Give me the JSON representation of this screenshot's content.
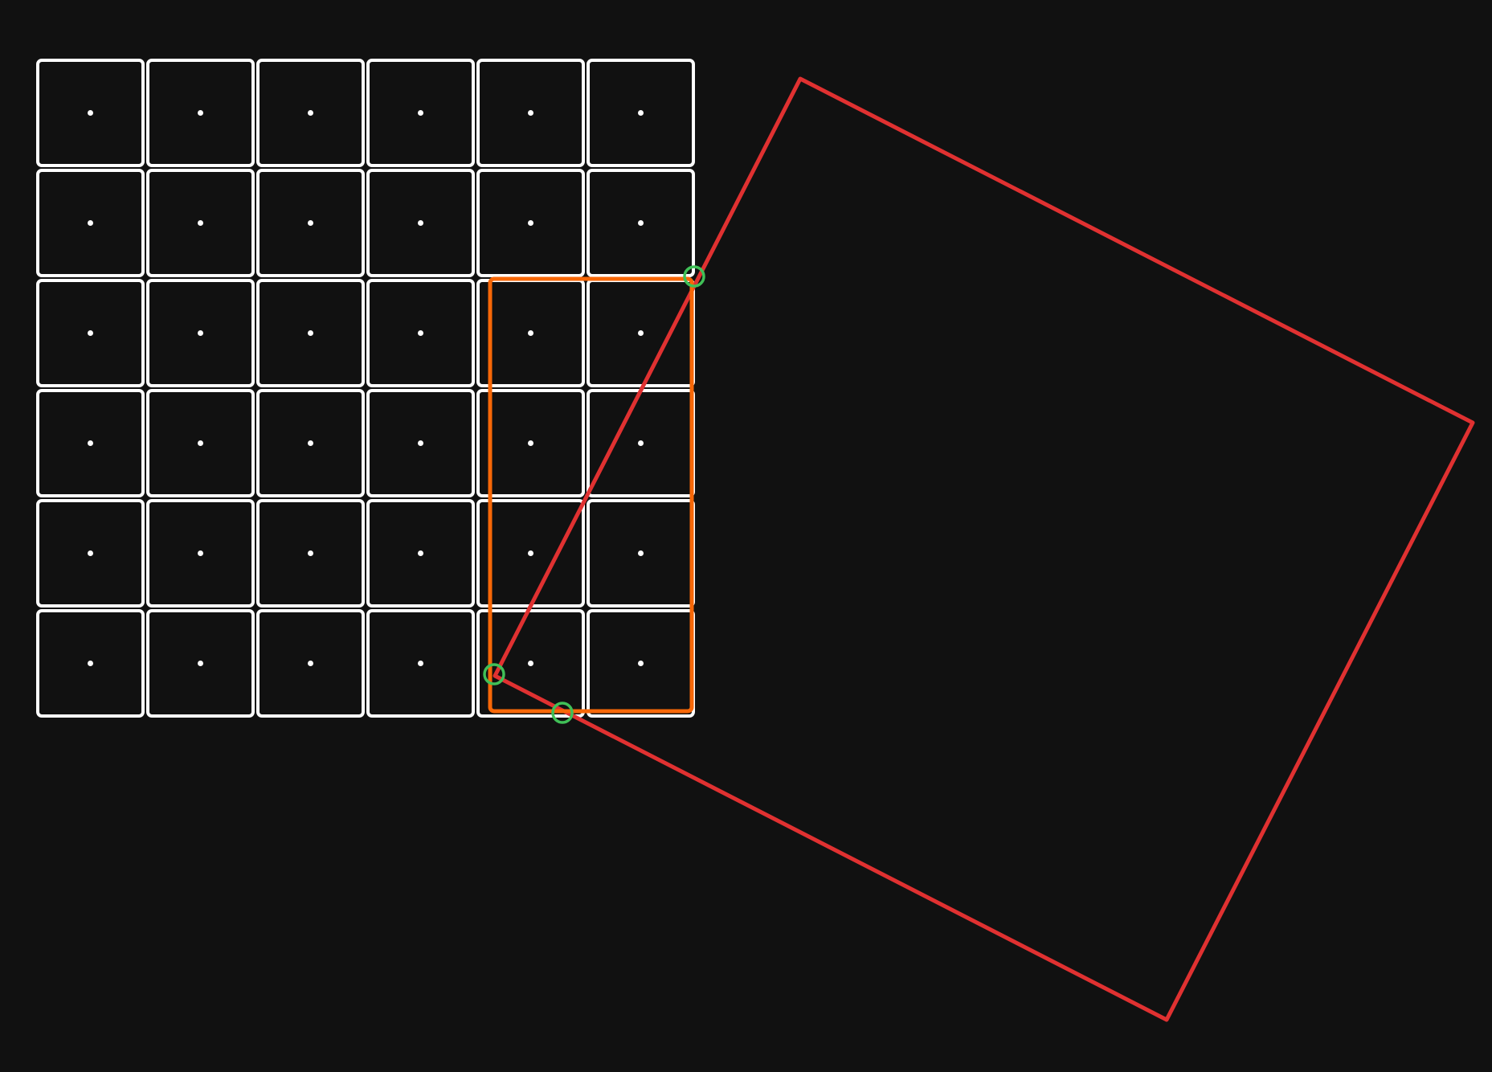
{
  "diagram": {
    "background": "#111111",
    "grid": {
      "rows": 6,
      "cols": 6,
      "cell_color": "#ffffff",
      "dot_color": "#ffffff"
    },
    "colors": {
      "rotated_square": "#e03131",
      "highlight_rect": "#f76707",
      "markers": "#40c057"
    },
    "highlight_region": {
      "cols": [
        4,
        5
      ],
      "rows": [
        2,
        5
      ]
    },
    "markers": {
      "count": 3
    }
  }
}
